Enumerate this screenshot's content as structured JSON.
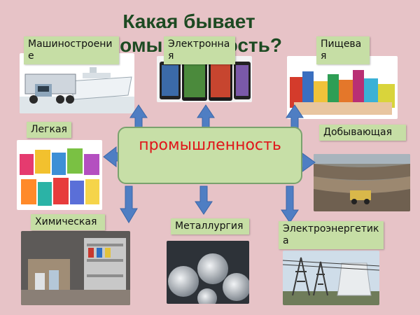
{
  "slide": {
    "title": "Какая бывает промышленность?",
    "center_label": "промышленность"
  },
  "branches": [
    {
      "id": "machine",
      "label": "Машиностроение",
      "image": "truck-and-cruise-ship"
    },
    {
      "id": "electronic",
      "label": "Электронная",
      "image": "tablets"
    },
    {
      "id": "food",
      "label": "Пищевая",
      "image": "packaged-food-products"
    },
    {
      "id": "light",
      "label": "Легкая",
      "image": "clothing"
    },
    {
      "id": "mining",
      "label": "Добывающая",
      "image": "open-pit-mine"
    },
    {
      "id": "chemical",
      "label": "Химическая",
      "image": "chemical-warehouse"
    },
    {
      "id": "metallurgy",
      "label": "Металлургия",
      "image": "steel-rods"
    },
    {
      "id": "power",
      "label": "Электроэнергетика",
      "image": "power-plant"
    }
  ],
  "colors": {
    "background": "#e7c3c7",
    "label_box": "#c6dea5",
    "center_text": "#e0161a",
    "title_text": "#1d4a22",
    "arrow": "#4f7ec3"
  }
}
